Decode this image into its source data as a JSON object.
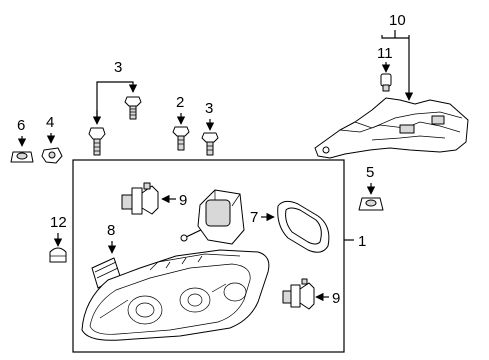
{
  "callouts": {
    "c1": "1",
    "c2": "2",
    "c3a": "3",
    "c3b": "3",
    "c4": "4",
    "c5": "5",
    "c6": "6",
    "c7": "7",
    "c8": "8",
    "c9a": "9",
    "c9b": "9",
    "c10": "10",
    "c11": "11",
    "c12": "12"
  }
}
